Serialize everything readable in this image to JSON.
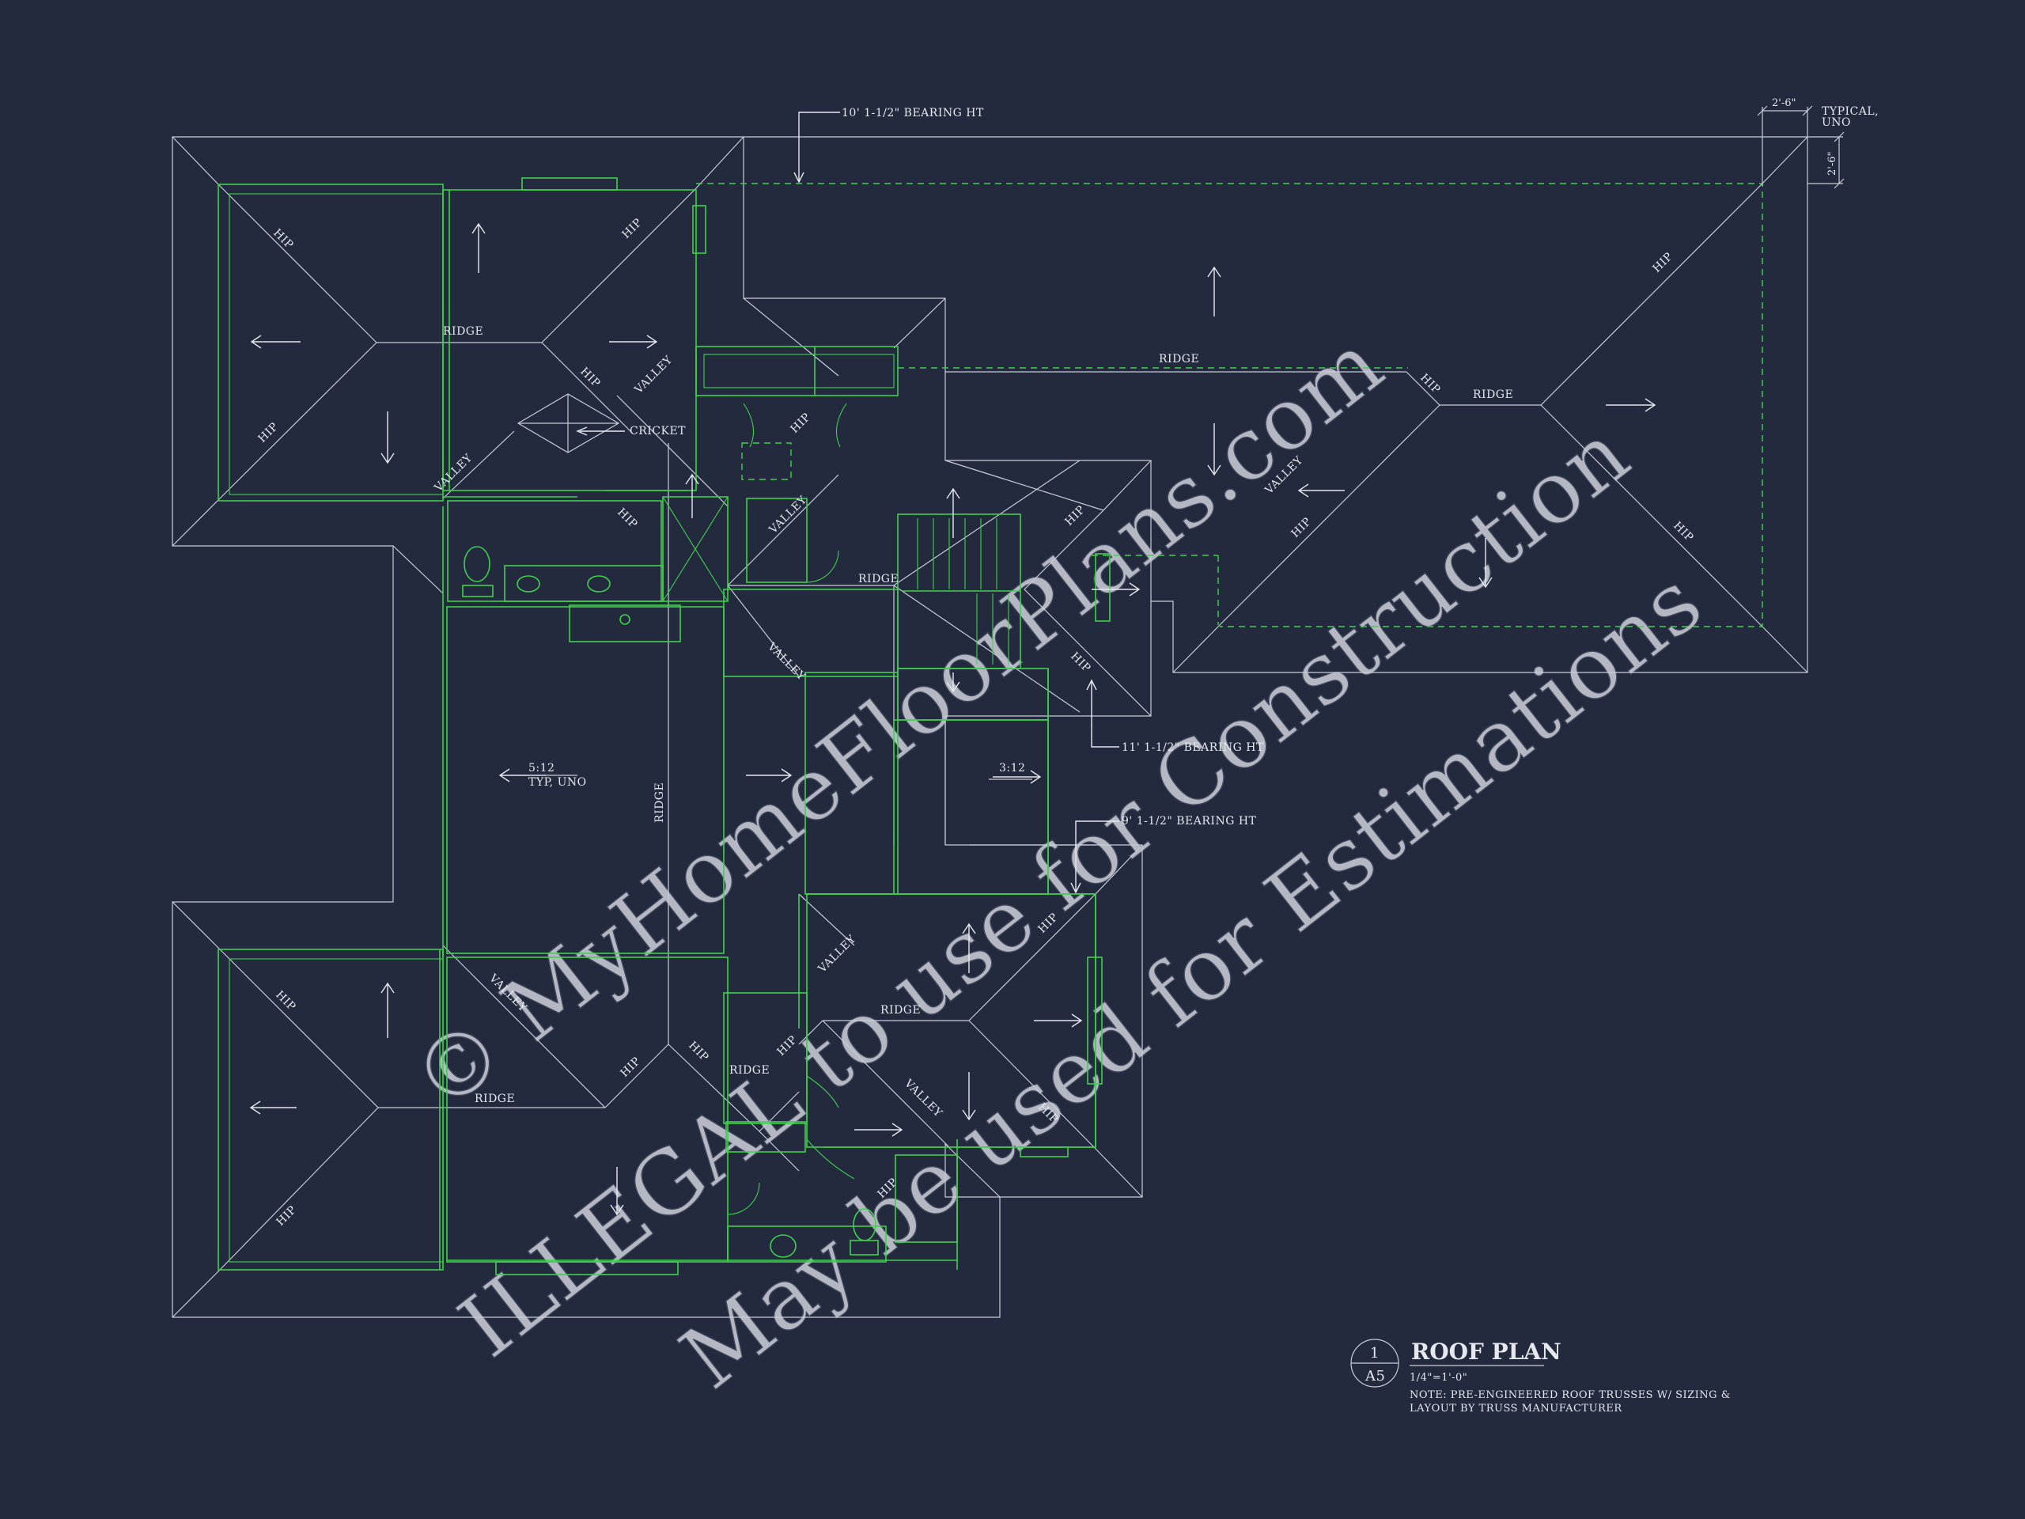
{
  "drawing": {
    "title": "ROOF PLAN",
    "sheet_number": "1",
    "sheet_ref": "A5",
    "scale": "1/4\"=1'-0\"",
    "note_line1": "NOTE: PRE-ENGINEERED ROOF TRUSSES W/ SIZING &",
    "note_line2": "LAYOUT BY TRUSS MANUFACTURER"
  },
  "callouts": {
    "bearing_top": "10' 1-1/2\" BEARING HT",
    "bearing_mid": "11' 1-1/2\" BEARING HT",
    "bearing_low": "9' 1-1/2\" BEARING HT",
    "overhang_h": "2'-6\"",
    "overhang_v": "2'-6\"",
    "typical_line1": "TYPICAL,",
    "typical_line2": "UNO",
    "cricket": "CRICKET",
    "pitch_main": "5:12",
    "pitch_main_note": "TYP, UNO",
    "pitch_porch": "3:12"
  },
  "roof_labels": {
    "hip": "HIP",
    "ridge": "RIDGE",
    "valley": "VALLEY"
  },
  "watermark": {
    "line1": "© MyHomeFloorPlans.com",
    "line2": "ILLEGAL to use for Construction",
    "line3": "May be used for Estimations"
  },
  "colors": {
    "background": "#232a3e",
    "walls": "#3fcf4f",
    "roof_lines": "#c9ccd6",
    "text": "#e6e8ee"
  }
}
